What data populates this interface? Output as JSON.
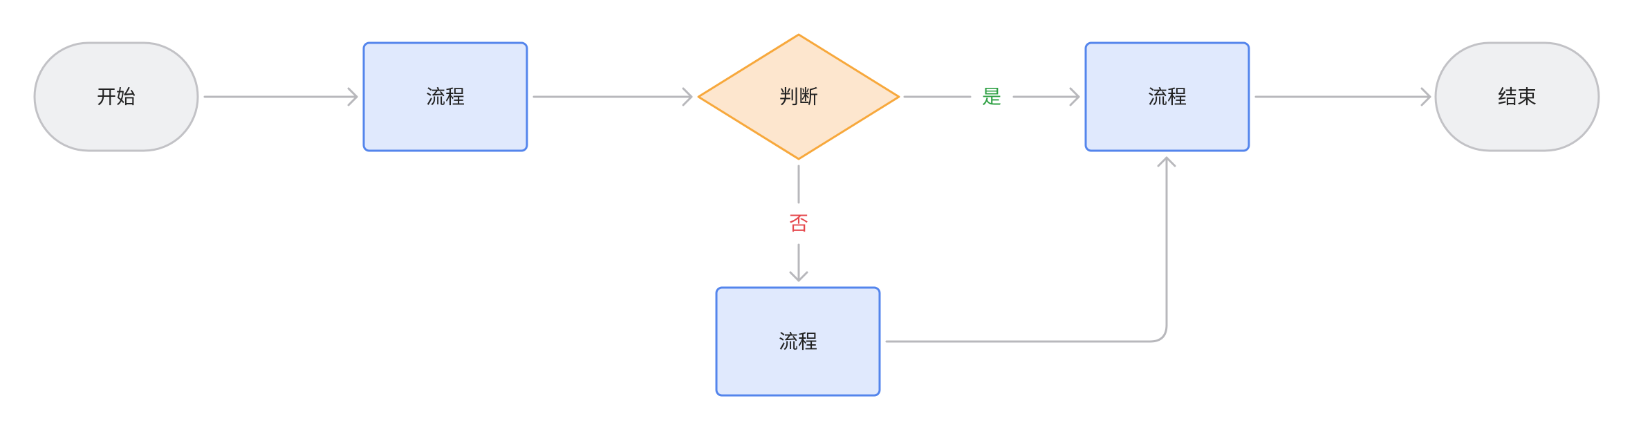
{
  "nodes": {
    "start": {
      "label": "开始"
    },
    "process1": {
      "label": "流程"
    },
    "decision": {
      "label": "判断"
    },
    "process2": {
      "label": "流程"
    },
    "process3": {
      "label": "流程"
    },
    "end": {
      "label": "结束"
    }
  },
  "edges": {
    "yes_label": "是",
    "no_label": "否"
  },
  "colors": {
    "terminal_fill": "#eff0f2",
    "terminal_stroke": "#c2c2c6",
    "process_fill": "#e0e9fd",
    "process_stroke": "#5485ec",
    "decision_fill": "#fde6ce",
    "decision_stroke": "#f7a83c",
    "connector": "#b8b8bc",
    "yes": "#2ea043",
    "no": "#e5484d"
  }
}
